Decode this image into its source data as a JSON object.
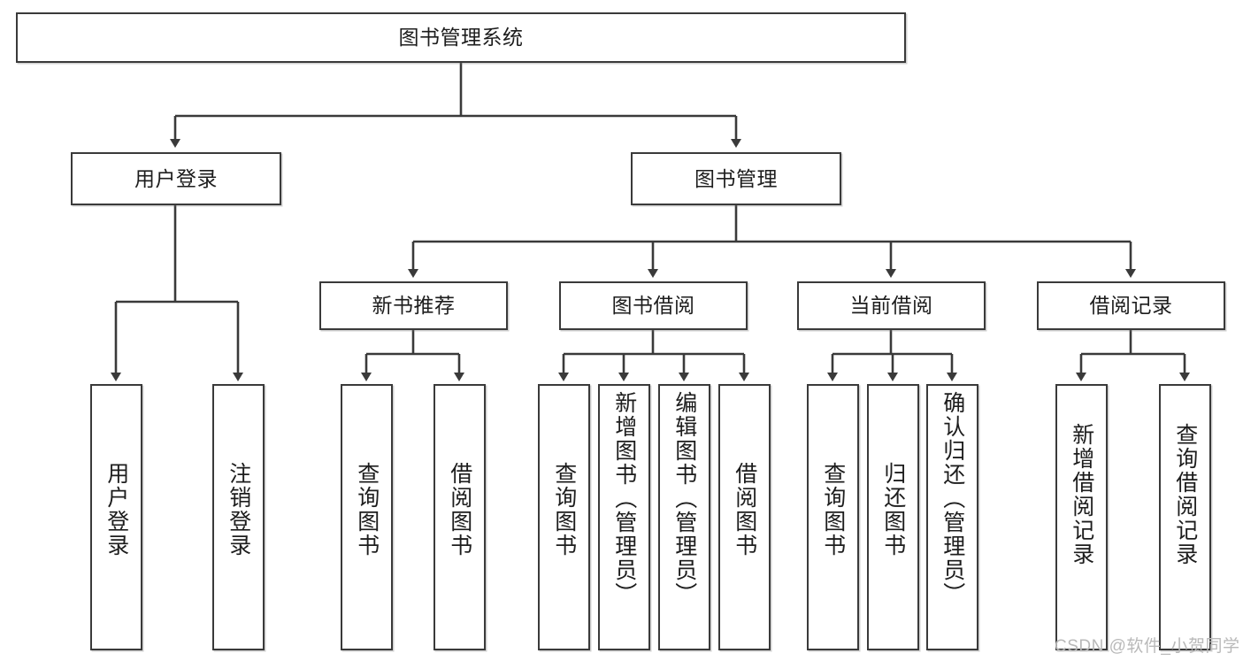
{
  "diagram": {
    "title": "图书管理系统",
    "watermark": "CSDN @软件_小贺同学",
    "colors": {
      "stroke": "#3a3a3a",
      "fill": "#ffffff",
      "text": "#1d1d1d",
      "watermark": "#b9b9b9"
    },
    "root": {
      "id": "root",
      "label": "图书管理系统"
    },
    "level1": [
      {
        "id": "user-login",
        "label": "用户登录"
      },
      {
        "id": "book-manage",
        "label": "图书管理"
      }
    ],
    "level2": [
      {
        "id": "new-book-recommend",
        "label": "新书推荐"
      },
      {
        "id": "book-borrow",
        "label": "图书借阅"
      },
      {
        "id": "current-borrow",
        "label": "当前借阅"
      },
      {
        "id": "borrow-record",
        "label": "借阅记录"
      }
    ],
    "leaves": {
      "user-login": [
        {
          "id": "leaf-user-login",
          "label": "用户登录"
        },
        {
          "id": "leaf-logout-login",
          "label": "注销登录"
        }
      ],
      "new-book-recommend": [
        {
          "id": "leaf-query-book-1",
          "label": "查询图书"
        },
        {
          "id": "leaf-borrow-book-1",
          "label": "借阅图书"
        }
      ],
      "book-borrow": [
        {
          "id": "leaf-query-book-2",
          "label": "查询图书"
        },
        {
          "id": "leaf-add-book-admin",
          "label": "新增图书（管理员）"
        },
        {
          "id": "leaf-edit-book-admin",
          "label": "编辑图书（管理员）"
        },
        {
          "id": "leaf-borrow-book-2",
          "label": "借阅图书"
        }
      ],
      "current-borrow": [
        {
          "id": "leaf-query-book-3",
          "label": "查询图书"
        },
        {
          "id": "leaf-return-book",
          "label": "归还图书"
        },
        {
          "id": "leaf-confirm-return-admin",
          "label": "确认归还（管理员）"
        }
      ],
      "borrow-record": [
        {
          "id": "leaf-add-borrow-record",
          "label": "新增借阅记录"
        },
        {
          "id": "leaf-query-borrow-record",
          "label": "查询借阅记录"
        }
      ]
    }
  }
}
